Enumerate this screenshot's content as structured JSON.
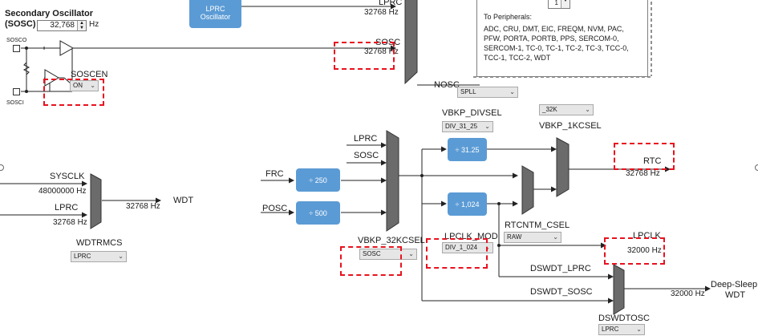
{
  "sosc_section": {
    "title_line1": "Secondary Oscillator",
    "title_line2": "(SOSC)",
    "frequency_value": "32,768",
    "frequency_unit": "Hz",
    "pin_sosco": "SOSCO",
    "pin_sosci": "SOSCI",
    "soscen_label": "SOSCEN",
    "soscen_value": "ON"
  },
  "lprc_oscillator": {
    "line1": "LPRC",
    "line2": "Oscillator"
  },
  "main_mux": {
    "lprc_label": "LPRC",
    "lprc_freq": "32768 Hz",
    "sosc_label": "SOSC",
    "sosc_freq": "32768 Hz",
    "nosc_label": "NOSC",
    "nosc_value": "SPLL"
  },
  "peripherals_panel": {
    "spin_value": "1",
    "heading": "To Peripherals:",
    "list": "ADC, CRU, DMT, EIC, FREQM, NVM, PAC, PFW, PORTA, PORTB, PPS, SERCOM-0, SERCOM-1, TC-0, TC-1, TC-2, TC-3, TCC-0, TCC-1, TCC-2, WDT"
  },
  "wdt_section": {
    "sysclk_label": "SYSCLK",
    "sysclk_freq": "48000000 Hz",
    "lprc_label": "LPRC",
    "lprc_freq": "32768 Hz",
    "out_freq": "32768 Hz",
    "out_label": "WDT",
    "mux_label": "WDTRMCS",
    "mux_value": "LPRC"
  },
  "kc_section": {
    "lprc_label": "LPRC",
    "sosc_label": "SOSC",
    "frc_label": "FRC",
    "posc_label": "POSC",
    "div250": "÷ 250",
    "div500": "÷ 500",
    "mux_label": "VBKP_32KCSEL",
    "mux_value": "SOSC"
  },
  "divsel_section": {
    "label": "VBKP_DIVSEL",
    "value": "DIV_31_25",
    "div_box": "÷ 31.25"
  },
  "onekcsel_section": {
    "dropdown_value": "_32K",
    "label": "VBKP_1KCSEL"
  },
  "lpclk_section": {
    "div_box": "÷ 1,024",
    "label": "LPCLK_MOD",
    "value": "DIV_1_024"
  },
  "rtc_section": {
    "rtc_label": "RTC",
    "rtc_freq": "32768 Hz",
    "mux_label": "RTCNTM_CSEL",
    "mux_value": "RAW"
  },
  "lpclk_output": {
    "label": "LPCLK",
    "freq": "32000 Hz"
  },
  "dswdt_section": {
    "lprc_label": "DSWDT_LPRC",
    "sosc_label": "DSWDT_SOSC",
    "out_freq": "32000 Hz",
    "out_label_line1": "Deep-Sleep",
    "out_label_line2": "WDT",
    "mux_label": "DSWDTOSC",
    "mux_value": "LPRC"
  },
  "colors": {
    "accent_blue": "#5b9bd5",
    "mux_gray": "#6b6b6b",
    "highlight_red": "#e8121f"
  }
}
